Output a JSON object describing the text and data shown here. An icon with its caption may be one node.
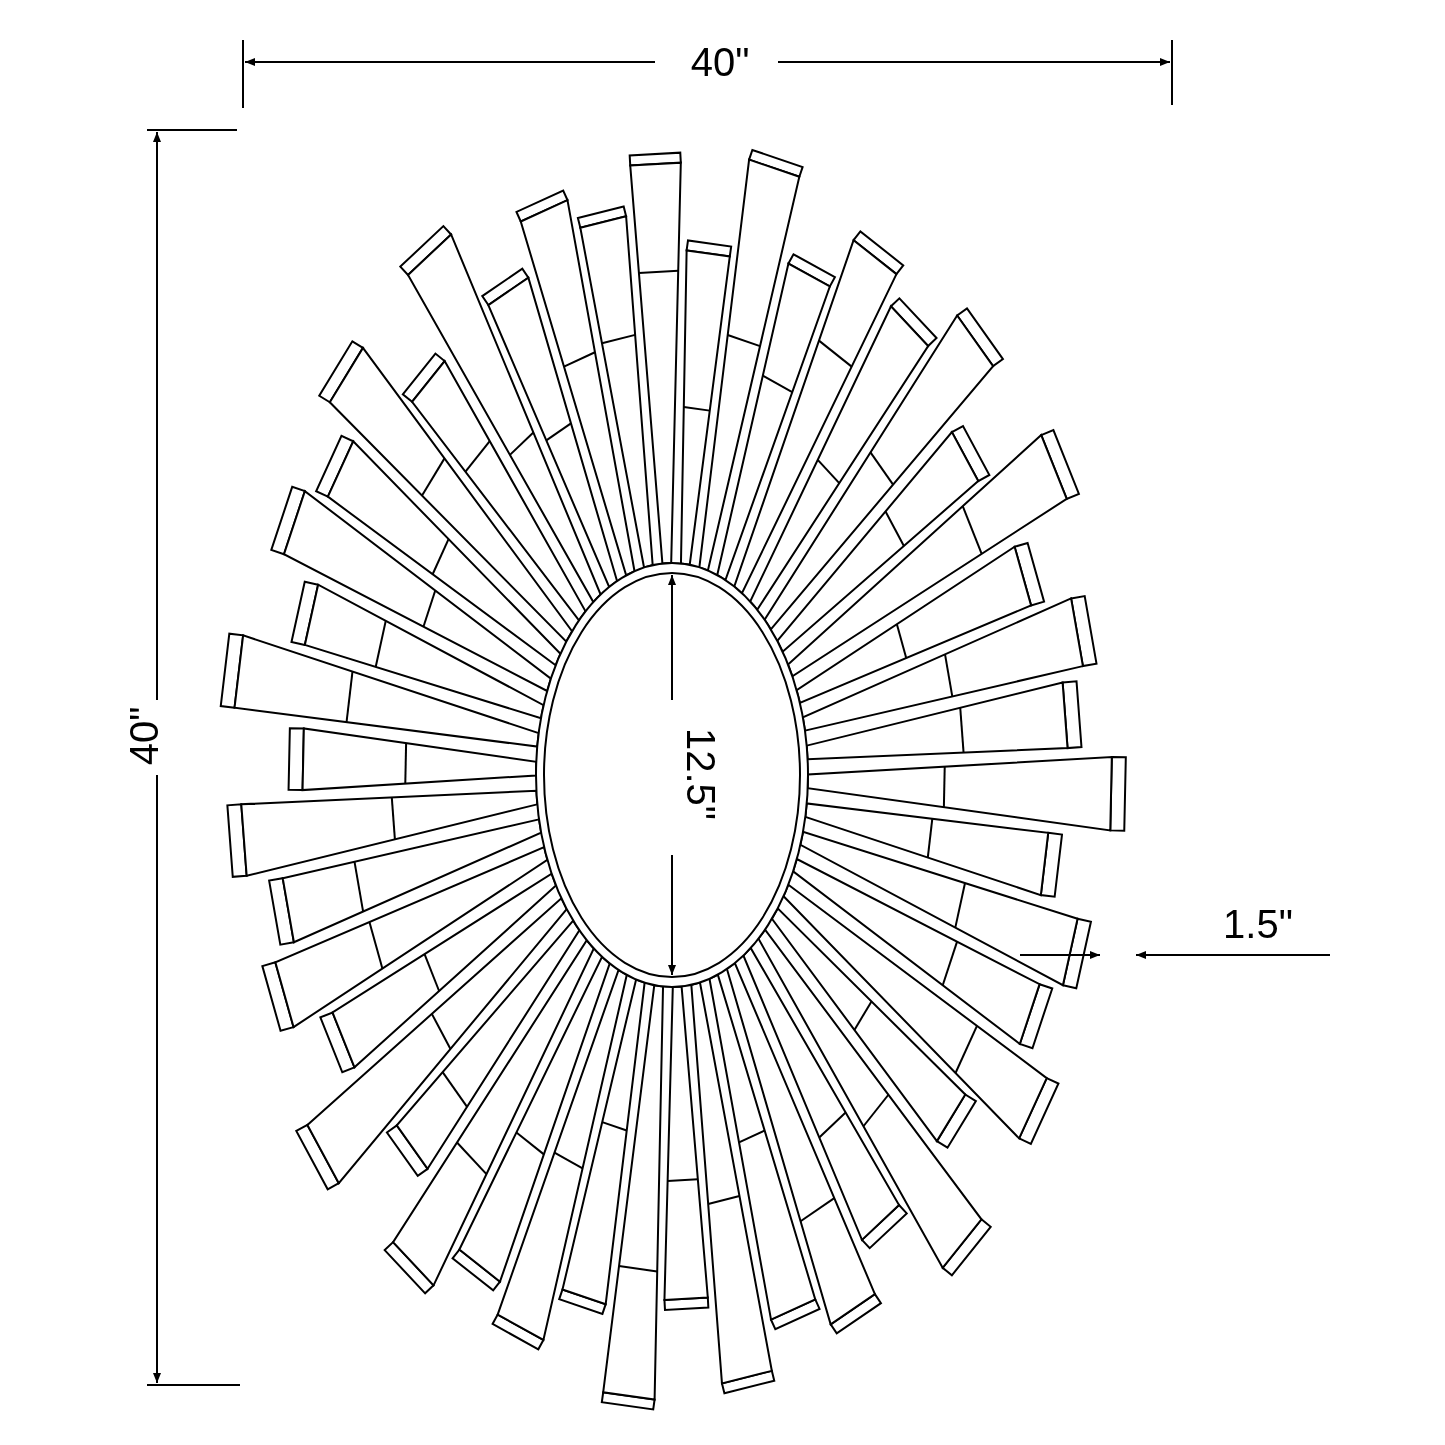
{
  "diagram": {
    "labels": [
      "40\"",
      "40\"",
      "12.5\"",
      "1.5\""
    ]
  }
}
